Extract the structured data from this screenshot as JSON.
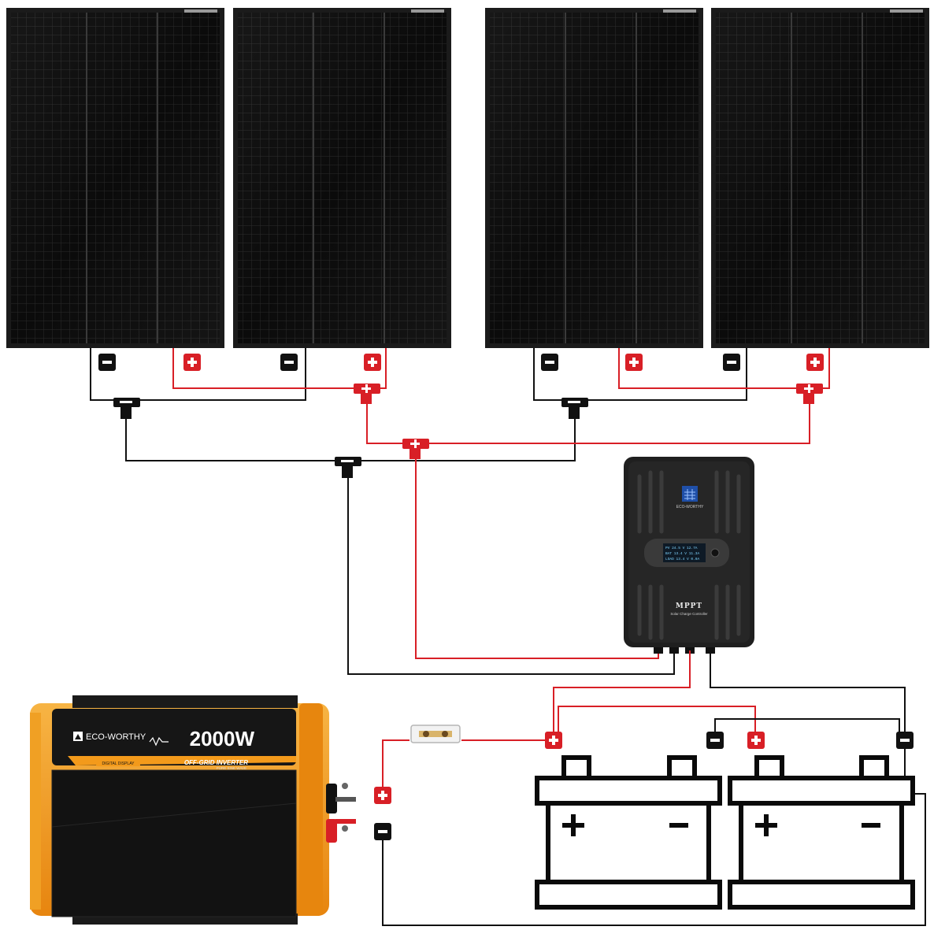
{
  "colors": {
    "positive_wire": "#d81f26",
    "negative_wire": "#111111",
    "panel_frame": "#1b1b1b",
    "panel_cell": "#0c0c0c",
    "inverter_orange": "#f39a1b",
    "inverter_dark": "#1a1a1a",
    "controller_body": "#222222",
    "controller_screen": "#0e1a26",
    "battery_outline": "#0a0a0a"
  },
  "solar_panels": {
    "count": 4,
    "panels": [
      {
        "name": "solar-panel-1"
      },
      {
        "name": "solar-panel-2"
      },
      {
        "name": "solar-panel-3"
      },
      {
        "name": "solar-panel-4"
      }
    ]
  },
  "controller": {
    "brand": "ECO-WORTHY",
    "model": "MPPT",
    "subtitle": "Solar Charge Controller",
    "screen_lines": [
      "PV 24.5 V 12.7A",
      "BAT 13.4 V 11.3A",
      "LOAD 13.4 V 0.0A"
    ]
  },
  "inverter": {
    "brand": "ECO-WORTHY",
    "power": "2000W",
    "type": "OFF-GRID INVERTER",
    "wave": "PURE SINE WAVE",
    "badge": "DIGITAL DISPLAY"
  },
  "batteries": {
    "count": 2,
    "plus_symbol": "+",
    "minus_symbol": "−"
  },
  "connectors": {
    "positive_symbol": "+",
    "negative_symbol": "−"
  }
}
